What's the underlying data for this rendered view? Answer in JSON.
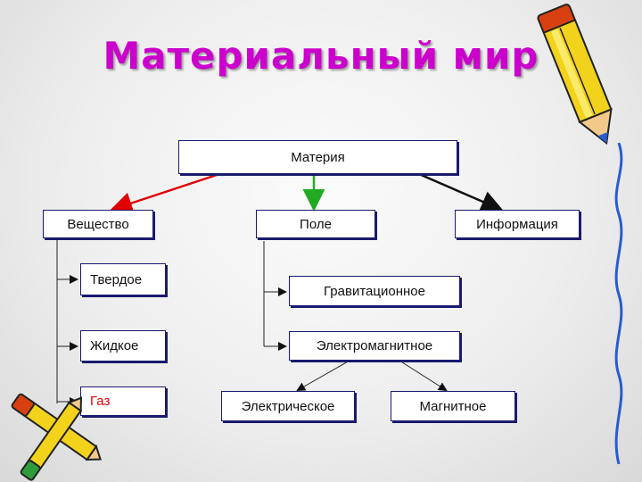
{
  "title": "Материальный мир",
  "nodes": {
    "materia": "Материя",
    "veshchestvo": "Вещество",
    "pole": "Поле",
    "informatsiya": "Информация",
    "tverdoe": "Твердое",
    "zhidkoe": "Жидкое",
    "gaz": "Газ",
    "gravitatsionnoe": "Гравитационное",
    "elektromagnitnoe": "Электромагнитное",
    "elektricheskoe": "Электрическое",
    "magnitnoe": "Магнитное"
  },
  "colors": {
    "title": "#cc00cc",
    "arrow_left": "#e00000",
    "arrow_center": "#22aa22",
    "arrow_right": "#111111",
    "gas_text": "#e00000"
  },
  "icons": [
    "pencil-icon",
    "pencil-icon",
    "squiggle-line"
  ]
}
